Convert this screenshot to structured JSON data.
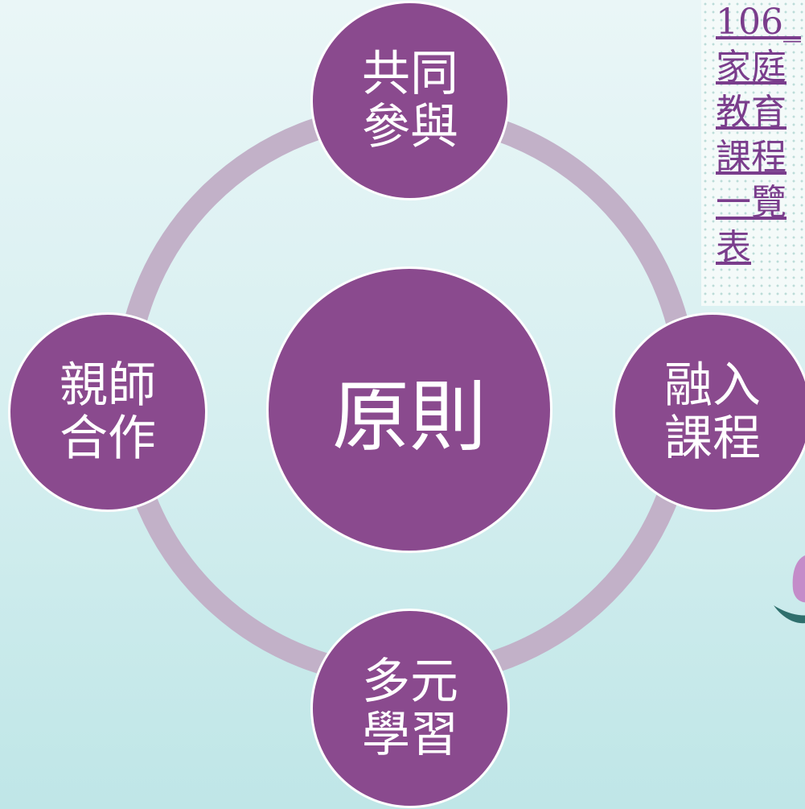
{
  "diagram": {
    "center": "原則",
    "nodes": {
      "top": [
        "共同",
        "參與"
      ],
      "right": [
        "融入",
        "課程"
      ],
      "bottom": [
        "多元",
        "學習"
      ],
      "left": [
        "親師",
        "合作"
      ]
    }
  },
  "side_link": {
    "lines": [
      "106_",
      "家庭",
      "教育",
      "課程",
      "一覽",
      "表"
    ]
  },
  "colors": {
    "node_fill": "#8a4a8e",
    "ring": "#c2b1c8",
    "node_border": "#ffffff",
    "link_text": "#7a3d8c"
  }
}
